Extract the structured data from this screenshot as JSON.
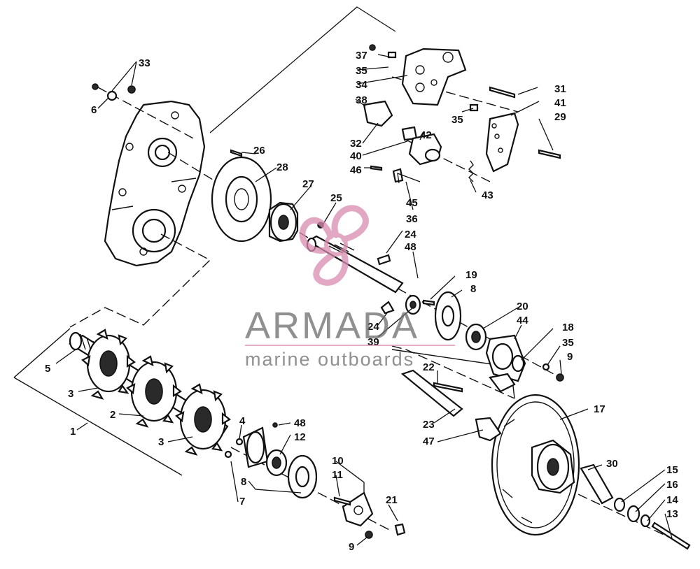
{
  "watermark": {
    "brand": "ARMADA",
    "tagline": "marine outboards",
    "accent_color": "#d98bb0",
    "text_color": "#6b6b6b",
    "icon": "propeller-logo-icon"
  },
  "callouts": {
    "c1": "1",
    "c2": "2",
    "c3a": "3",
    "c3b": "3",
    "c4": "4",
    "c5": "5",
    "c6": "6",
    "c7": "7",
    "c8a": "8",
    "c8b": "8",
    "c9a": "9",
    "c9b": "9",
    "c10": "10",
    "c11": "11",
    "c12": "12",
    "c13": "13",
    "c14": "14",
    "c15": "15",
    "c16": "16",
    "c17": "17",
    "c18": "18",
    "c19": "19",
    "c20": "20",
    "c21": "21",
    "c22": "22",
    "c23": "23",
    "c24a": "24",
    "c24b": "24",
    "c25": "25",
    "c26": "26",
    "c27": "27",
    "c28": "28",
    "c29": "29",
    "c30": "30",
    "c31": "31",
    "c32": "32",
    "c33": "33",
    "c34": "34",
    "c35a": "35",
    "c35b": "35",
    "c35c": "35",
    "c36": "36",
    "c37": "37",
    "c38": "38",
    "c39": "39",
    "c40": "40",
    "c41": "41",
    "c42": "42",
    "c43": "43",
    "c44": "44",
    "c45": "45",
    "c46": "46",
    "c47": "47",
    "c48a": "48",
    "c48b": "48"
  }
}
